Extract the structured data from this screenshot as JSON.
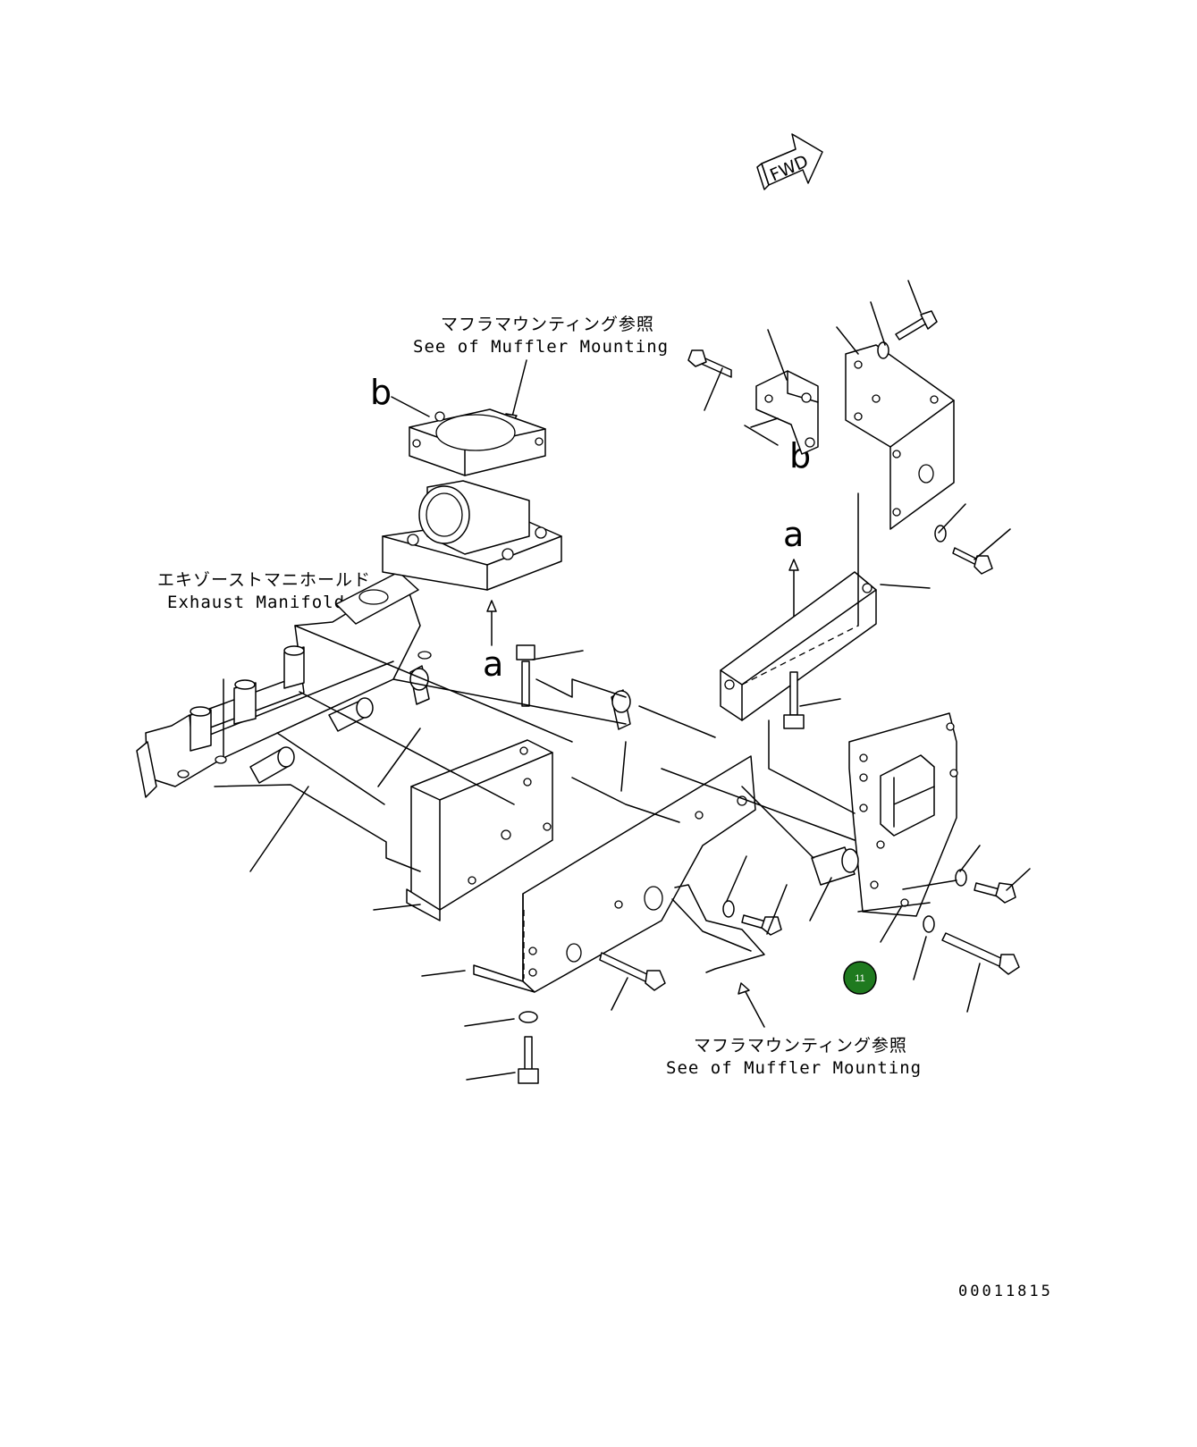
{
  "labels": {
    "muffler_top_jp": "マフラマウンティング参照",
    "muffler_top_en": "See of Muffler Mounting",
    "manifold_jp": "エキゾーストマニホールド",
    "manifold_en": "Exhaust Manifold",
    "muffler_bottom_jp": "マフラマウンティング参照",
    "muffler_bottom_en": "See of Muffler Mounting"
  },
  "markers": {
    "b_left": "b",
    "b_right": "b",
    "a_left": "a",
    "a_right": "a"
  },
  "direction": "FWD",
  "callout": {
    "number": "11",
    "color": "#1f7a1f"
  },
  "figure_code": "00011815"
}
